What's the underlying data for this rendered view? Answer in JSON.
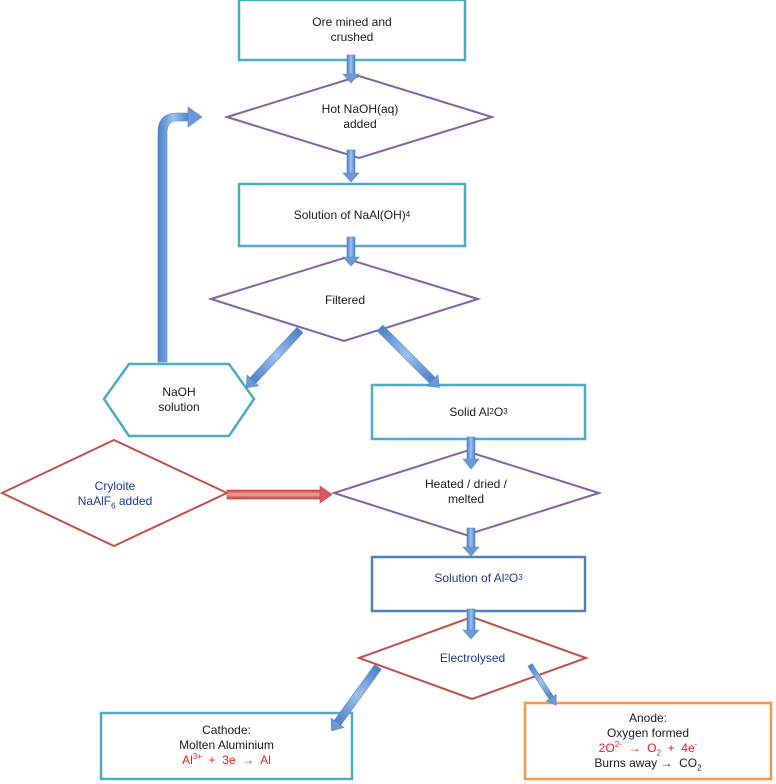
{
  "nodes": {
    "ore": {
      "line1": "Ore mined and",
      "line2": "crushed"
    },
    "naoh_hot": {
      "line1": "Hot NaOH(aq)",
      "line2": "added"
    },
    "solution_naal": {
      "text": "Solution of NaAl(OH)",
      "sub": "4"
    },
    "filtered": {
      "text": "Filtered"
    },
    "naoh_solution": {
      "line1": "NaOH",
      "line2": "solution"
    },
    "solid_al2o3": {
      "pre": "Solid Al",
      "sub1": "2",
      "mid": "O",
      "sub2": "3"
    },
    "cryolite": {
      "line1": "Cryloite",
      "pre": "NaAlF",
      "sub": "6",
      "post": " added"
    },
    "heated": {
      "line1": "Heated / dried /",
      "line2": "melted"
    },
    "solution_al2o3": {
      "pre": "Solution of Al",
      "sub1": "2",
      "mid": "O",
      "sub2": "3"
    },
    "electrolysed": {
      "text": "Electrolysed"
    },
    "cathode": {
      "line1": "Cathode:",
      "line2": "Molten Aluminium",
      "eq_al": "Al",
      "eq_sup": "3+",
      "eq_rest": "  +  3e  →  Al"
    },
    "anode": {
      "line1": "Anode:",
      "line2": "Oxygen formed",
      "eq_o": "2O",
      "eq_sup": "2-",
      "eq_mid": "  →  O",
      "eq_sub": "2",
      "eq_plus": "  +  4e",
      "eq_sup2": "-",
      "line4_pre": "Burns away →  CO",
      "line4_sub": "2"
    }
  },
  "colors": {
    "teal_border": "#4bacc6",
    "purple_border": "#8064a2",
    "red_border": "#c0504d",
    "orange_border": "#f79646",
    "dark_blue_border": "#4f81bd",
    "arrow_blue": "#6a9ad6",
    "arrow_red": "#d85b5b",
    "text_blue": "#1f3a8a",
    "text_red": "#e8191b"
  }
}
